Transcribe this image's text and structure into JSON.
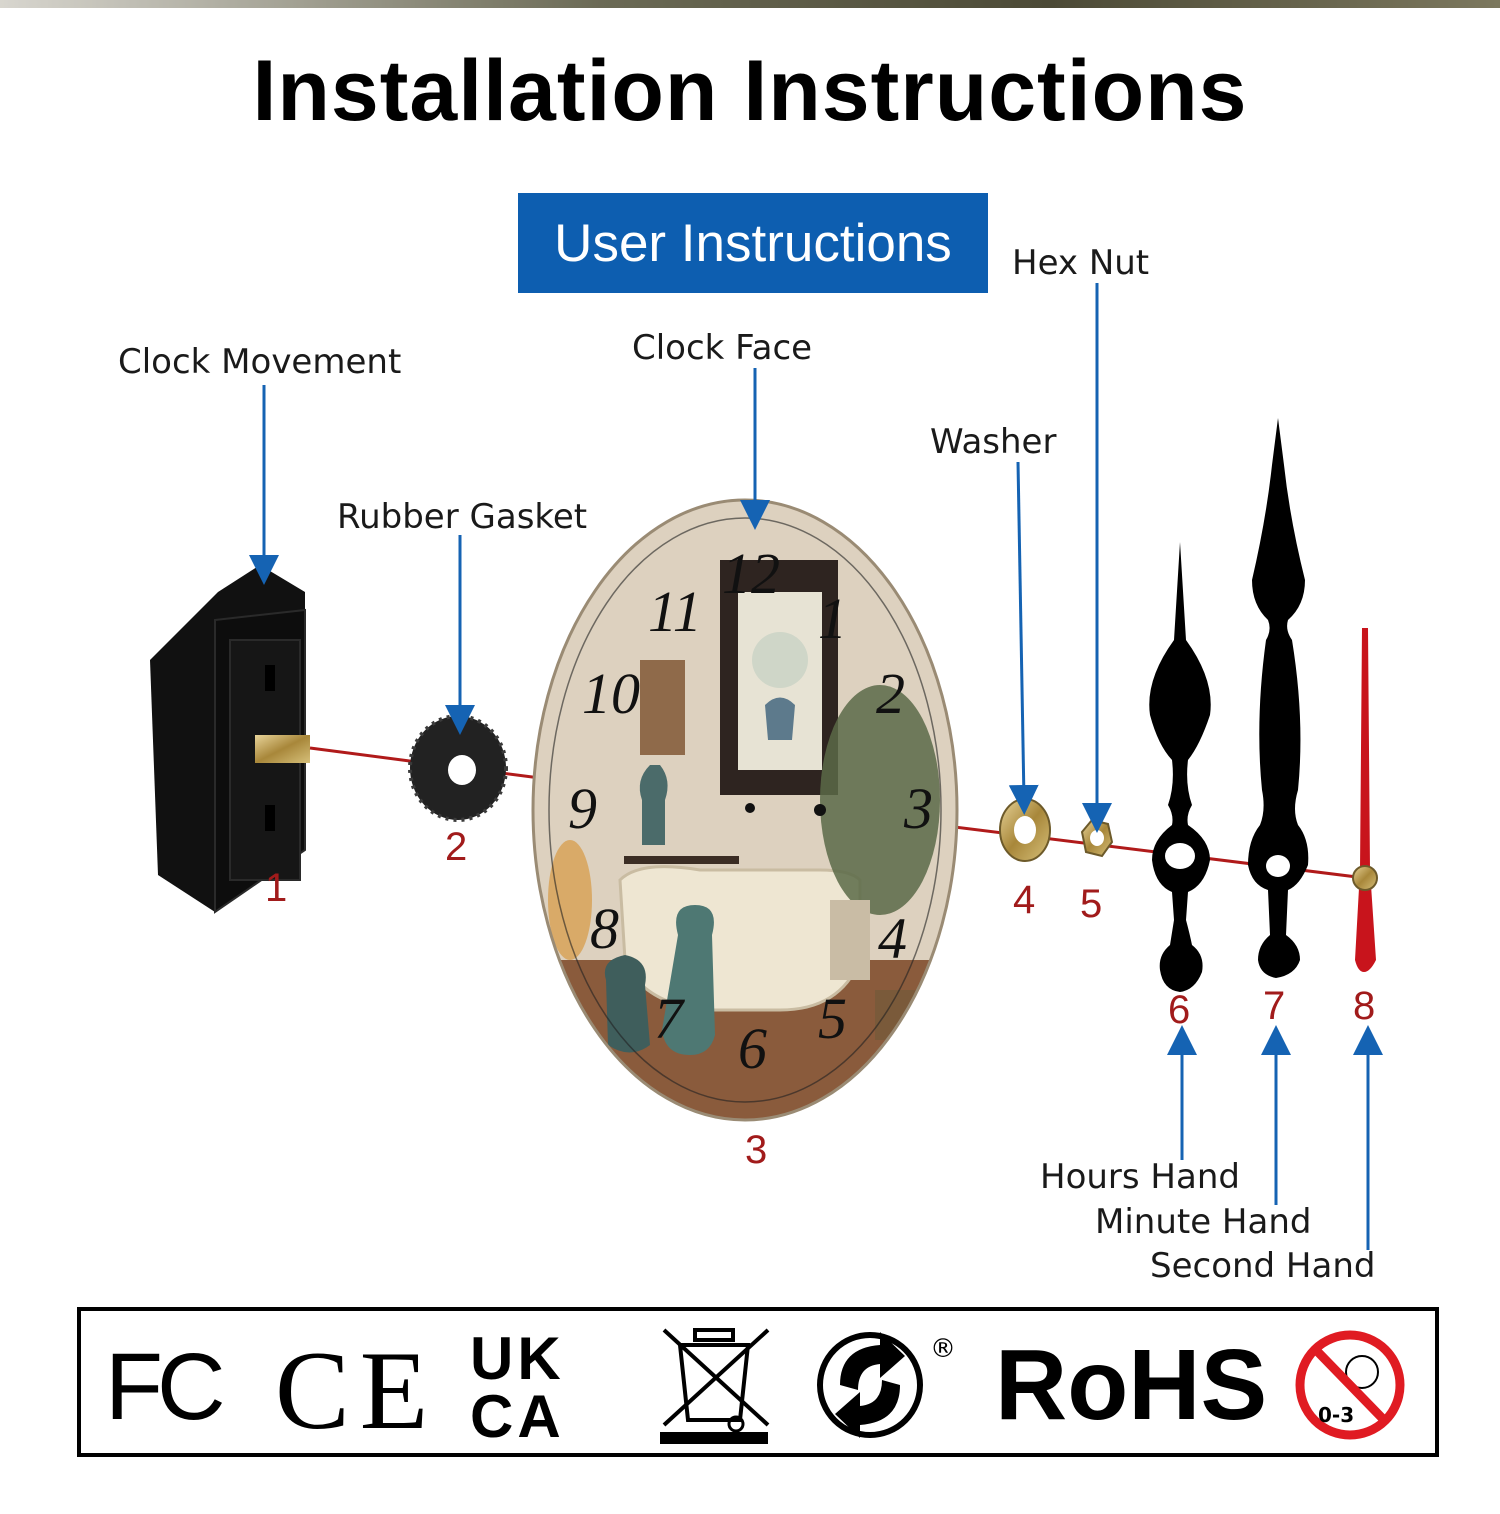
{
  "header": {
    "title": "Installation Instructions"
  },
  "banner": {
    "label": "User Instructions"
  },
  "parts": {
    "clock_movement": {
      "label": "Clock Movement",
      "number": "1"
    },
    "rubber_gasket": {
      "label": "Rubber Gasket",
      "number": "2"
    },
    "clock_face": {
      "label": "Clock Face",
      "number": "3"
    },
    "washer": {
      "label": "Washer",
      "number": "4"
    },
    "hex_nut": {
      "label": "Hex Nut",
      "number": "5"
    },
    "hours_hand": {
      "label": "Hours Hand",
      "number": "6"
    },
    "minute_hand": {
      "label": "Minute Hand",
      "number": "7"
    },
    "second_hand": {
      "label": "Second Hand",
      "number": "8"
    }
  },
  "dial_numerals": [
    "12",
    "1",
    "2",
    "3",
    "4",
    "5",
    "6",
    "7",
    "8",
    "9",
    "10",
    "11"
  ],
  "certifications": {
    "fc": "FC",
    "ce": "CE",
    "ukca": "UK\nCA",
    "weee_icon": "crossed-out-wheelie-bin-icon",
    "green_dot_icon": "green-dot-icon",
    "registered": "®",
    "rohs": "RoHS",
    "age_warning": "0-3",
    "age_warning_icon": "not-for-children-under-3-icon"
  },
  "colors": {
    "banner": "#0d5eb0",
    "arrow": "#1563b3",
    "axis": "#b01a1a",
    "number": "#a11b1b",
    "second_hand": "#c8141c",
    "brass": "#b89a4a"
  }
}
